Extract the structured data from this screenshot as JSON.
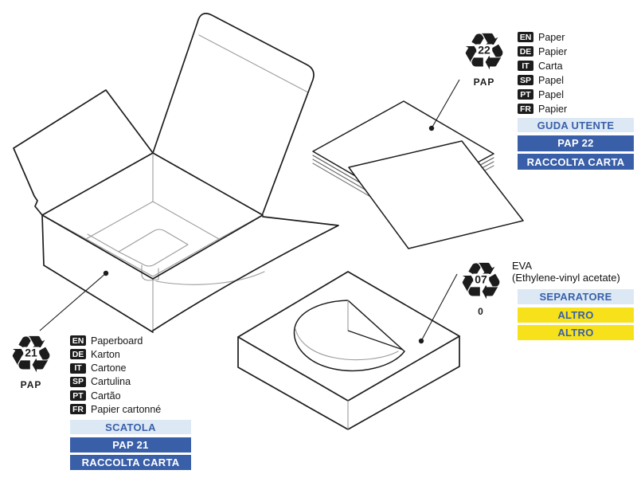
{
  "title": "Packaging recycling and disposal diagram",
  "colors": {
    "ink": "#1c1c1c",
    "line-gray": "#9c9c9c",
    "blue": "#3a5fa9",
    "light-blue": "#dce9f5",
    "yellow": "#f6e11a",
    "blue-text": "#3a5fa9",
    "white": "#ffffff"
  },
  "icons": {
    "recycle_glyph": "♻"
  },
  "box_group": {
    "symbol": {
      "number": "21",
      "material_code": "PAP"
    },
    "languages": [
      {
        "code": "EN",
        "label": "Paperboard"
      },
      {
        "code": "DE",
        "label": "Karton"
      },
      {
        "code": "IT",
        "label": "Cartone"
      },
      {
        "code": "SP",
        "label": "Cartulina"
      },
      {
        "code": "PT",
        "label": "Cartão"
      },
      {
        "code": "FR",
        "label": "Papier cartonné"
      }
    ],
    "bars": [
      {
        "label": "SCATOLA"
      },
      {
        "label": "PAP 21"
      },
      {
        "label": "RACCOLTA CARTA"
      }
    ]
  },
  "papers_group": {
    "symbol": {
      "number": "22",
      "material_code": "PAP"
    },
    "languages": [
      {
        "code": "EN",
        "label": "Paper"
      },
      {
        "code": "DE",
        "label": "Papier"
      },
      {
        "code": "IT",
        "label": "Carta"
      },
      {
        "code": "SP",
        "label": "Papel"
      },
      {
        "code": "PT",
        "label": "Papel"
      },
      {
        "code": "FR",
        "label": "Papier"
      }
    ],
    "bars": [
      {
        "label": "GUDA UTENTE"
      },
      {
        "label": "PAP 22"
      },
      {
        "label": "RACCOLTA CARTA"
      }
    ]
  },
  "foam_group": {
    "symbol": {
      "number": "07",
      "material_code": "0"
    },
    "material": {
      "name": "EVA",
      "description": "(Ethylene-vinyl acetate)"
    },
    "bars": [
      {
        "label": "SEPARATORE"
      },
      {
        "label": "ALTRO"
      },
      {
        "label": "ALTRO"
      }
    ]
  }
}
